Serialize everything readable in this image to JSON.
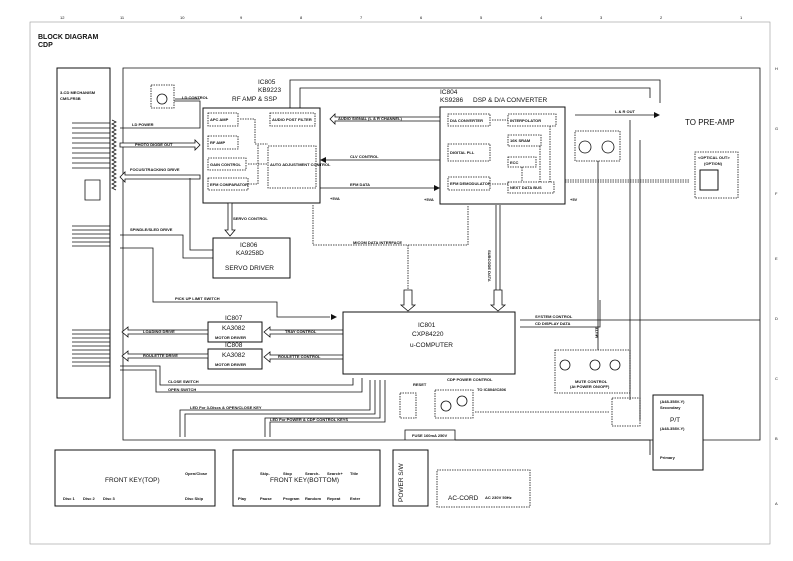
{
  "title": "BLOCK DIAGRAM",
  "subtitle": "CDP",
  "mechanism": {
    "label1": "3-CD MECHANISM",
    "label2": "CMS-FR3B"
  },
  "ic805": {
    "ref": "IC805",
    "part": "KB9223",
    "name": "RF AMP & SSP",
    "blocks": [
      "APC AMP",
      "AUDIO POST FILTER",
      "RF AMP",
      "GAIN CONTROL",
      "AUTO ADJUSTMENT CONTROL",
      "EFM COMPARATOR"
    ]
  },
  "ic804": {
    "ref": "IC804",
    "part": "KS9286",
    "name": "DSP & D/A CONVERTER",
    "blocks": [
      "D/A CONVERTER",
      "INTERPOLATOR",
      "16K SRAM",
      "DIGITAL PLL",
      "ECC",
      "EFM DEMODULATOR",
      "NEXT DATA BUS"
    ]
  },
  "ic806": {
    "ref": "IC806",
    "part": "KA9258D",
    "name": "SERVO DRIVER"
  },
  "ic807": {
    "ref": "IC807",
    "part": "KA3082",
    "name": "MOTOR DRIVER"
  },
  "ic808": {
    "ref": "IC808",
    "part": "KA3082",
    "name": "MOTOR DRIVER"
  },
  "ic801": {
    "ref": "IC801",
    "part": "CXP84220",
    "name": "u-COMPUTER"
  },
  "signals": {
    "ld_control": "LD CONTROL",
    "ld_power": "LD POWER",
    "photo_diode_out": "PHOTO DIODE OUT",
    "focus_tracking": "FOCUS/TRACKING DRIVE",
    "audio_signal": "AUDIO SIGNAL (L & R CHANNEL)",
    "clv_control": "CLV CONTROL",
    "efm_data": "EFM DATA",
    "servo_control": "SERVO CONTROL",
    "micom_interface": "MICOM DATA INTERFACE",
    "subcode_data": "SUBCODE DATA",
    "spindle_sled": "SPINDLE/SLED DRIVE",
    "pickup_switch": "PICK UP LIMIT SWITCH",
    "loading_drive": "LOADING DRIVE",
    "tray_control": "TRAY CONTROL",
    "roulette_drive": "ROULETTE DRIVE",
    "roulette_control": "ROULETTE CONTROL",
    "close_switch": "CLOSE SWITCH",
    "open_switch": "OPEN SWITCH",
    "system_control": "SYSTEM CONTROL",
    "cd_display_data": "CD DISPLAY DATA",
    "lr_out": "L & R OUT",
    "to_preamp": "TO PRE-AMP",
    "optical_out": "<OPTICAL OUT>",
    "optical_option": "(OPTION)",
    "reset": "RESET",
    "cdp_power_control": "CDP POWER CONTROL",
    "to_ic": "TO IC804/IC806",
    "mute": "MUTE",
    "mute_control": "MUTE CONTROL",
    "mute_control2": "(At POWER ON/OFF)",
    "led_3discs": "LED For 3-Discs & OPEN/CLOSE KEY",
    "led_power": "LED For POWER & CDP CONTROL KEYS",
    "fuse": "FUSE 160mA 250V",
    "secondary_v": "(A48-358V-Y)",
    "secondary": "Secondary",
    "pt": "P/T",
    "pt_part": "(A48-358V-Y)",
    "primary": "Primary",
    "v5": "+5V",
    "v5a": "+5VA"
  },
  "front_key_top": {
    "label": "FRONT KEY(TOP)",
    "keys": [
      "Disc 1",
      "Disc 2",
      "Disc 3",
      "Open/Close",
      "Disc Skip"
    ]
  },
  "front_key_bottom": {
    "label": "FRONT KEY(BOTTOM)",
    "keys": [
      "Skip-",
      "Stop",
      "Search-",
      "Search+",
      "Title",
      "Play",
      "Pause",
      "Program",
      "Random",
      "Repeat",
      "Enter"
    ]
  },
  "power_sw": "POWER S/W",
  "ac_cord": {
    "label": "AC-CORD",
    "rating": "AC 230V 50Hz"
  },
  "border_cols": [
    "12",
    "11",
    "10",
    "9",
    "8",
    "7",
    "6",
    "5",
    "4",
    "3",
    "2",
    "1"
  ],
  "border_rows": [
    "H",
    "G",
    "F",
    "E",
    "D",
    "C",
    "B",
    "A"
  ]
}
